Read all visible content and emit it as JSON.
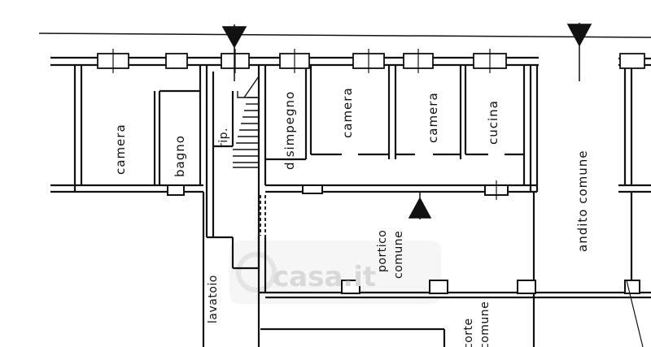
{
  "floor_plan": {
    "rooms": [
      {
        "id": "camera-1",
        "label": "camera"
      },
      {
        "id": "bagno",
        "label": "bagno"
      },
      {
        "id": "ripostiglio",
        "label": "rip."
      },
      {
        "id": "disimpegno",
        "label": "disimpegno"
      },
      {
        "id": "camera-2",
        "label": "camera"
      },
      {
        "id": "camera-3",
        "label": "camera"
      },
      {
        "id": "cucina",
        "label": "cucina"
      },
      {
        "id": "andito-comune",
        "label": "andito comune"
      },
      {
        "id": "lavatoio",
        "label": "lavatoio"
      }
    ],
    "portico": {
      "line1": "portico",
      "line2": "comune"
    },
    "corte": {
      "line1": "corte",
      "line2": "comune"
    },
    "watermark": "casa.it",
    "section_markers": 3,
    "colors": {
      "ink": "#111111",
      "background": "#ffffff",
      "watermark": "#d9d9d9"
    }
  }
}
